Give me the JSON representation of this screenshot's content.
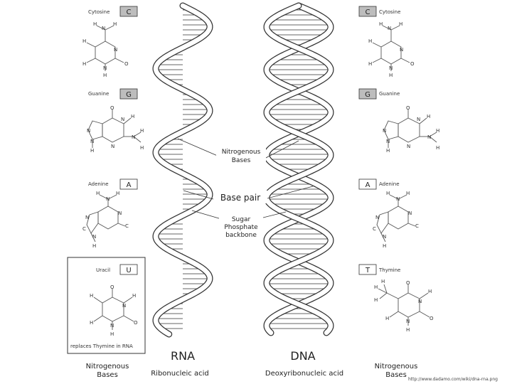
{
  "left_bases": [
    {
      "name": "Cytosine",
      "letter": "C"
    },
    {
      "name": "Guanine",
      "letter": "G"
    },
    {
      "name": "Adenine",
      "letter": "A"
    },
    {
      "name": "Uracil",
      "letter": "U"
    }
  ],
  "right_bases": [
    {
      "name": "Cytosine",
      "letter": "C"
    },
    {
      "name": "Guanine",
      "letter": "G"
    },
    {
      "name": "Adenine",
      "letter": "A"
    },
    {
      "name": "Thymine",
      "letter": "T"
    }
  ],
  "uracil_note": "replaces Thymine in RNA",
  "annotations": {
    "nitrogenous_line1": "Nitrogenous",
    "nitrogenous_line2": "Bases",
    "base_pair": "Base pair",
    "sugar_line1": "Sugar",
    "sugar_line2": "Phosphate",
    "sugar_line3": "backbone"
  },
  "rna": {
    "title": "RNA",
    "subtitle": "Ribonucleic acid"
  },
  "dna": {
    "title": "DNA",
    "subtitle": "Deoxyribonucleic acid"
  },
  "bottom_left": {
    "line1": "Nitrogenous",
    "line2": "Bases"
  },
  "bottom_right": {
    "line1": "Nitrogenous",
    "line2": "Bases"
  },
  "source_url": "http://www.dadamo.com/wiki/dna-rna.png",
  "colors": {
    "filled_box": "#bdbdbd",
    "stroke": "#333333",
    "helix_shade": "#d9d9d9"
  }
}
